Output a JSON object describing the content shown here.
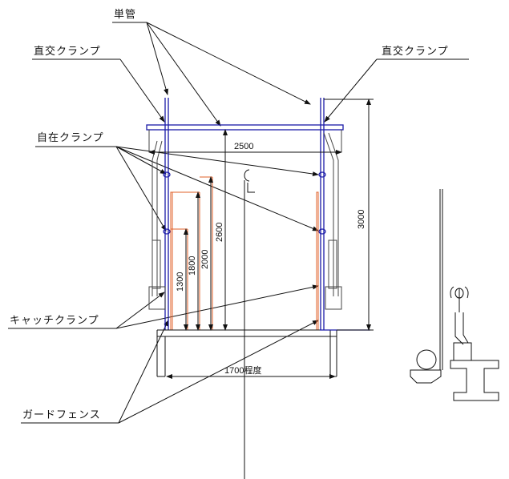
{
  "labels": {
    "single_pipe": "単管",
    "cross_clamp_left": "直交クランプ",
    "cross_clamp_right": "直交クランプ",
    "swivel_clamp": "自在クランプ",
    "catch_clamp": "キャッチクランプ",
    "guard_fence": "ガードフェンス",
    "centerline": "CL"
  },
  "dimensions": {
    "width_top": "2500",
    "height_total": "3000",
    "h2600": "2600",
    "h2000": "2000",
    "h1800": "1800",
    "h1300": "1300",
    "bottom_width": "1700程度"
  },
  "colors": {
    "pipe": "#1a1aa8",
    "fence": "#e0602a",
    "line": "#111111"
  }
}
